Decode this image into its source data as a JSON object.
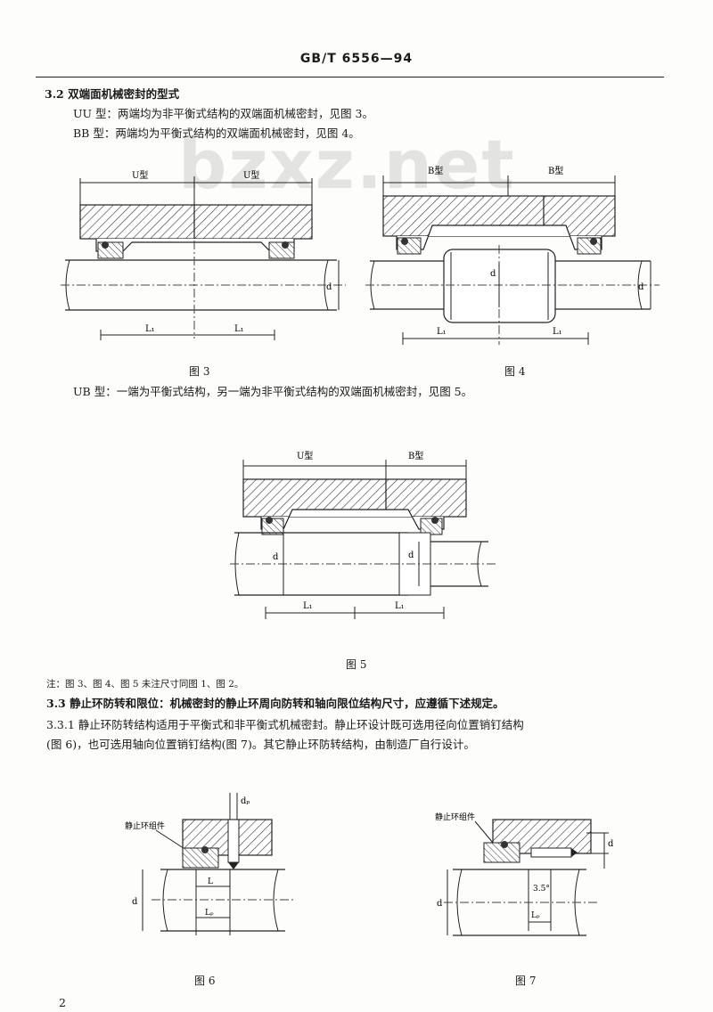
{
  "header": {
    "standard": "GB/T 6556—94"
  },
  "watermark": "bzxz.net",
  "section_3_2": {
    "heading": "3.2  双端面机械密封的型式",
    "uu": "UU 型：两端均为非平衡式结构的双端面机械密封，见图 3。",
    "bb": "BB 型：两端均为平衡式结构的双端面机械密封，见图 4。",
    "ub": "UB 型：一端为平衡式结构，另一端为非平衡式结构的双端面机械密封，见图 5。"
  },
  "figures": {
    "fig3": {
      "caption": "图 3",
      "left_label": "U型",
      "right_label": "U型",
      "l1": "L₁",
      "l2": "L₁",
      "d": "d"
    },
    "fig4": {
      "caption": "图 4",
      "left_label": "B型",
      "right_label": "B型",
      "l1": "L₁",
      "l2": "L₁",
      "d1": "d",
      "d2": "d"
    },
    "fig5": {
      "caption": "图 5",
      "left_label": "U型",
      "right_label": "B型",
      "l1": "L₁",
      "l2": "L₁",
      "d1": "d",
      "d2": "d"
    },
    "fig6": {
      "caption": "图 6",
      "callout": "静止环组件",
      "dp": "dₚ",
      "l": "L",
      "lp": "Lₚ",
      "d": "d"
    },
    "fig7": {
      "caption": "图 7",
      "callout": "静止环组件",
      "angle": "3.5°",
      "lp": "Lₚ",
      "d": "d",
      "d2": "d"
    }
  },
  "note": "注：图 3、图 4、图 5 未注尺寸同图 1、图 2。",
  "section_3_3": {
    "heading": "3.3  静止环防转和限位：机械密封的静止环周向防转和轴向限位结构尺寸，应遵循下述规定。",
    "p1_line1": "3.3.1  静止环防转结构适用于平衡式和非平衡式机械密封。静止环设计既可选用径向位置销钉结构",
    "p1_line2": "(图 6)，也可选用轴向位置销钉结构(图 7)。其它静止环防转结构，由制造厂自行设计。"
  },
  "page_number": "2"
}
